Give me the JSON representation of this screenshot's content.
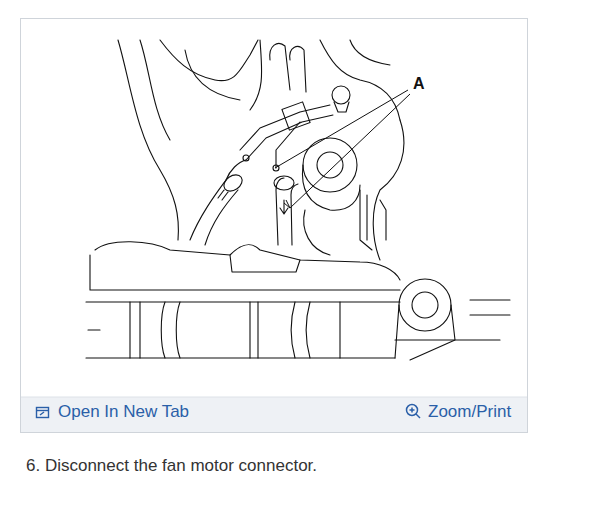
{
  "diagram": {
    "caption": "6. Disconnect the fan motor connector.",
    "labels": [
      "A",
      "Open In New Tab",
      "Zoom/Print"
    ]
  }
}
